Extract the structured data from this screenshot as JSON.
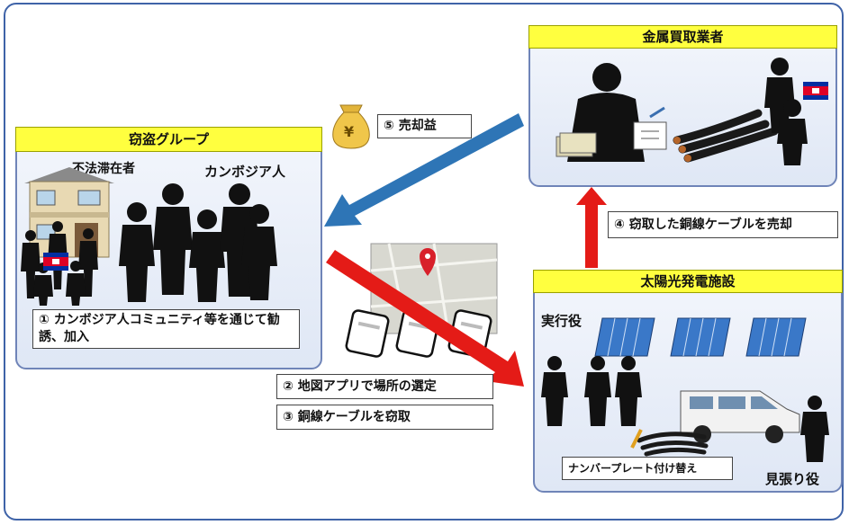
{
  "theft_group": {
    "title": "窃盗グループ",
    "label_illegal": "不法滞在者",
    "label_nationality": "カンボジア人",
    "note": "① カンボジア人コミュニティ等を通じて勧誘、加入"
  },
  "metal_buyer": {
    "title": "金属買取業者"
  },
  "solar_plant": {
    "title": "太陽光発電施設",
    "label_executor": "実行役",
    "label_lookout": "見張り役",
    "plate_note": "ナンバープレート付け替え"
  },
  "steps": {
    "step2": "② 地図アプリで場所の選定",
    "step3": "③ 銅線ケーブルを窃取",
    "step4": "④ 窃取した銅線ケーブルを売却",
    "step5": "⑤ 売却益"
  },
  "money_symbol": "¥",
  "colors": {
    "header": "#ffff3f",
    "box_border": "#6f84b8",
    "frame": "#3f63a8",
    "arrow_red": "#e41b17",
    "arrow_blue": "#2e75b6",
    "silhouette": "#111111"
  }
}
